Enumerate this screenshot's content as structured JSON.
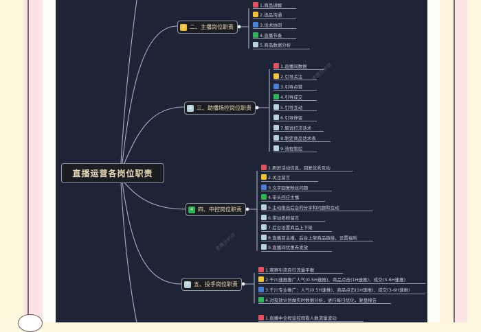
{
  "root": {
    "title": "直播运营各岗位职责"
  },
  "colors": {
    "red": "#e05260",
    "yellow": "#f2c23a",
    "blue": "#4a7fd6",
    "green": "#2fb45a",
    "light": "#b8d4da"
  },
  "branches": [
    {
      "label": "二、主播岗位职责",
      "icon": "2",
      "icon_color": "#f2c23a",
      "items": [
        "1.商品讲解",
        "2.选品沟通",
        "3.话术协同",
        "4.直播节奏",
        "5.商品数据分析"
      ]
    },
    {
      "label": "三、助播场控岗位职责",
      "icon": "3",
      "icon_color": "#b8d4da",
      "items": [
        "1.直播间数据",
        "2.引导关注",
        "3.引导点赞",
        "4.引导成交",
        "5.引导互动",
        "6.引导停留",
        "7.解说打法话术",
        "8.制定商品话术表",
        "9.流程管控"
      ]
    },
    {
      "label": "四、中控岗位职责",
      "icon": "4",
      "icon_color": "#2fb45a",
      "items": [
        "1.刷屏活动信息，回复优秀互动",
        "2.关注留言",
        "3.文字回复粉丝问题",
        "4.带头回应主播",
        "5.主动推出后台的分享和问题和互动",
        "6.带动老粉留言",
        "7.后台设置商品上下架",
        "8.直播前主播，后台上架商品链接，设置福利",
        "9.直播间优惠券发放"
      ]
    },
    {
      "label": "五、投手岗位职责",
      "icon": "5",
      "icon_color": "#b8d4da",
      "items": [
        "1.观察引流自行流量平衡",
        "2.千川速推推广人气(0.5H速推)、商品点击(1H速推)、成交(3-6H速推)",
        "3.千川专业推广：人气(0.5H速推)、商品点击(1H速推)、成交(3-6H速推)",
        "4.对投放计划做实时数据分析，进行每日优化，复盘报告"
      ]
    },
    {
      "label": "",
      "icon": "",
      "icon_color": "",
      "items": [
        "1.直播中全程监控观看人数流量波动"
      ]
    }
  ],
  "watermark": "老鹰分析师"
}
